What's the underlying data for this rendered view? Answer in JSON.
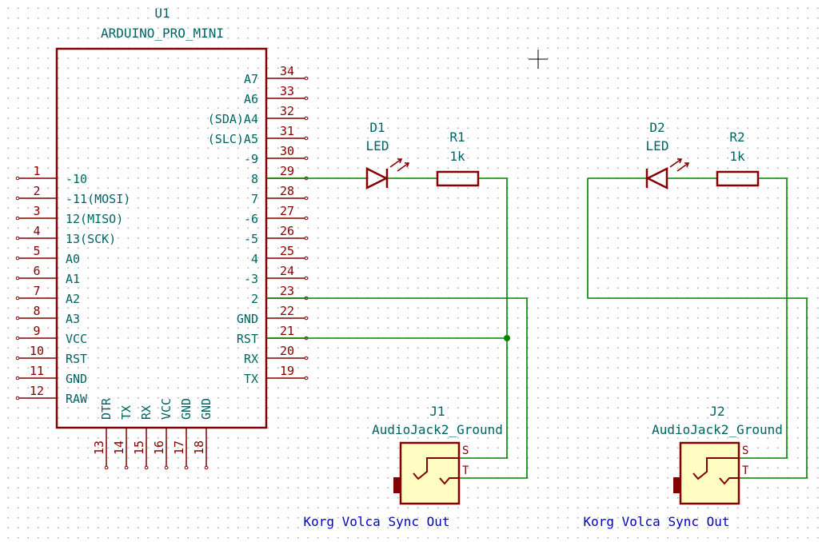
{
  "u1": {
    "reference": "U1",
    "value": "ARDUINO_PRO_MINI",
    "left_pins": [
      {
        "num": "1",
        "name": "-10"
      },
      {
        "num": "2",
        "name": "-11(MOSI)"
      },
      {
        "num": "3",
        "name": "12(MISO)"
      },
      {
        "num": "4",
        "name": "13(SCK)"
      },
      {
        "num": "5",
        "name": "A0"
      },
      {
        "num": "6",
        "name": "A1"
      },
      {
        "num": "7",
        "name": "A2"
      },
      {
        "num": "8",
        "name": "A3"
      },
      {
        "num": "9",
        "name": "VCC"
      },
      {
        "num": "10",
        "name": "RST"
      },
      {
        "num": "11",
        "name": "GND"
      },
      {
        "num": "12",
        "name": "RAW"
      }
    ],
    "right_pins": [
      {
        "num": "34",
        "name": "A7"
      },
      {
        "num": "33",
        "name": "A6"
      },
      {
        "num": "32",
        "name": "(SDA)A4"
      },
      {
        "num": "31",
        "name": "(SLC)A5"
      },
      {
        "num": "30",
        "name": "-9"
      },
      {
        "num": "29",
        "name": "8"
      },
      {
        "num": "28",
        "name": "7"
      },
      {
        "num": "27",
        "name": "-6"
      },
      {
        "num": "26",
        "name": "-5"
      },
      {
        "num": "25",
        "name": "4"
      },
      {
        "num": "24",
        "name": "-3"
      },
      {
        "num": "23",
        "name": "2"
      },
      {
        "num": "22",
        "name": "GND"
      },
      {
        "num": "21",
        "name": "RST"
      },
      {
        "num": "20",
        "name": "RX"
      },
      {
        "num": "19",
        "name": "TX"
      }
    ],
    "bottom_pins": [
      {
        "num": "13",
        "name": "DTR"
      },
      {
        "num": "14",
        "name": "TX"
      },
      {
        "num": "15",
        "name": "RX"
      },
      {
        "num": "16",
        "name": "VCC"
      },
      {
        "num": "17",
        "name": "GND"
      },
      {
        "num": "18",
        "name": "GND"
      }
    ]
  },
  "d1": {
    "reference": "D1",
    "value": "LED"
  },
  "r1": {
    "reference": "R1",
    "value": "1k"
  },
  "d2": {
    "reference": "D2",
    "value": "LED"
  },
  "r2": {
    "reference": "R2",
    "value": "1k"
  },
  "j1": {
    "reference": "J1",
    "value": "AudioJack2_Ground",
    "pin_s": "S",
    "pin_t": "T"
  },
  "j2": {
    "reference": "J2",
    "value": "AudioJack2_Ground",
    "pin_s": "S",
    "pin_t": "T"
  },
  "notes": {
    "j1": "Korg Volca Sync Out",
    "j2": "Korg Volca Sync Out"
  },
  "colors": {
    "component": "#840000",
    "body_fill": "#fffdc2",
    "wire": "#008400",
    "field_text": "#006464",
    "note_text": "#0000c2"
  }
}
